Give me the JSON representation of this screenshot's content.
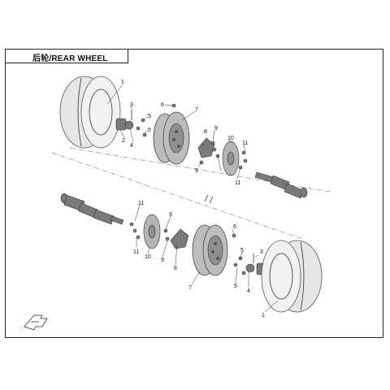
{
  "title": "后轮/REAR WHEEL",
  "callouts": {
    "top": {
      "c1": "1",
      "c2": "2",
      "c3": "3",
      "c4": "4",
      "c5a": "5",
      "c5b": "5",
      "c6": "6",
      "c7": "7",
      "c8": "8",
      "c9a": "9",
      "c9b": "9",
      "c10": "10",
      "c11a": "11",
      "c11b": "11"
    },
    "bottom": {
      "c1": "1",
      "c3": "3",
      "c4": "4",
      "c5a": "5",
      "c5b": "5",
      "c6": "6",
      "c7": "7",
      "c8": "8",
      "c9a": "9",
      "c9b": "9",
      "c10": "10",
      "c11a": "11",
      "c11b": "11"
    }
  },
  "icons": {
    "direction": "direction-arrow-icon"
  }
}
